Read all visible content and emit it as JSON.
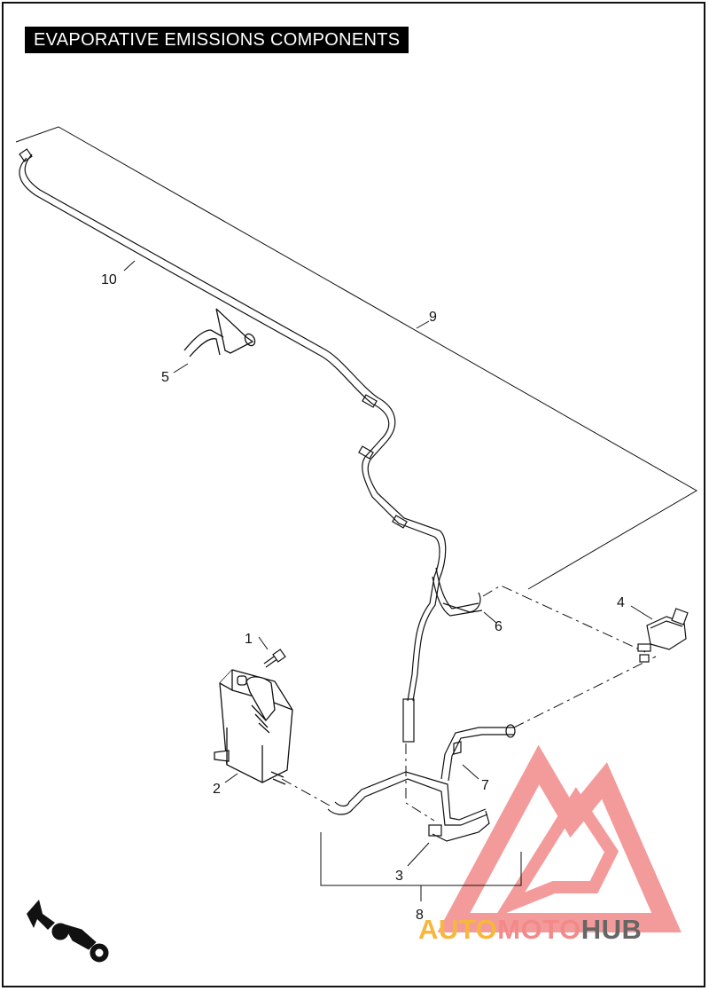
{
  "title": "EVAPORATIVE EMISSIONS COMPONENTS",
  "callouts": [
    "1",
    "2",
    "3",
    "4",
    "5",
    "6",
    "7",
    "8",
    "9",
    "10"
  ],
  "watermark": {
    "part1": "AUTO",
    "part2": "MOTO",
    "part3": "HUB"
  },
  "colors": {
    "line": "#111111",
    "title_bg": "#000000",
    "title_fg": "#ffffff",
    "watermark_red": "#f28a8a",
    "watermark_orange": "#f6b73c",
    "watermark_gray": "#666666"
  },
  "icons": [
    "front-arrow-icon",
    "motorcycle-icon",
    "watermark-logo-icon"
  ]
}
